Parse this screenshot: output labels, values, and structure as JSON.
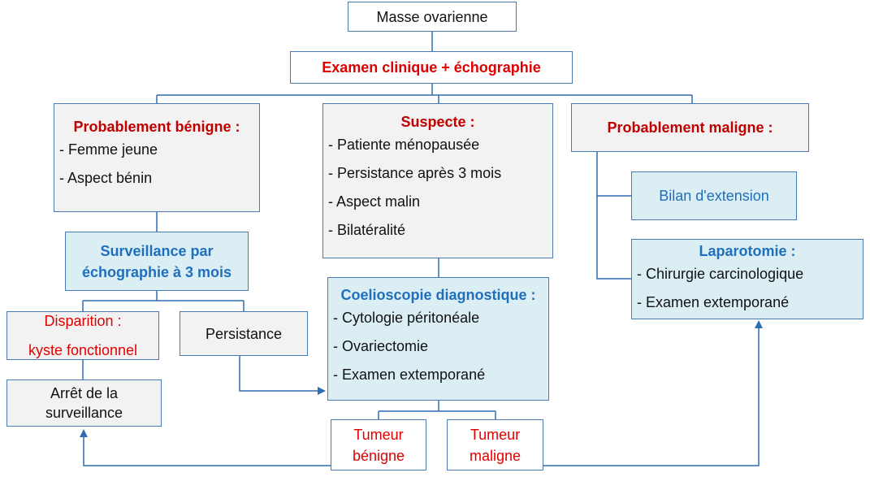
{
  "nodes": {
    "masse": "Masse ovarienne",
    "examen": "Examen clinique + échographie",
    "benigne": {
      "title": "Probablement bénigne :",
      "items": [
        "- Femme jeune",
        "- Aspect bénin"
      ]
    },
    "suspecte": {
      "title": "Suspecte :",
      "items": [
        "- Patiente ménopausée",
        "- Persistance après 3 mois",
        "- Aspect malin",
        "- Bilatéralité"
      ]
    },
    "maligne": "Probablement maligne :",
    "bilan": "Bilan d'extension",
    "laparotomie": {
      "title": "Laparotomie :",
      "items": [
        "- Chirurgie carcinologique",
        "- Examen extemporané"
      ]
    },
    "surveillance": [
      "Surveillance par",
      "échographie à 3 mois"
    ],
    "coelioscopie": {
      "title": "Coelioscopie diagnostique :",
      "items": [
        "- Cytologie péritonéale",
        "- Ovariectomie",
        "- Examen extemporané"
      ]
    },
    "disparition": [
      "Disparition :",
      "kyste fonctionnel"
    ],
    "persistance": "Persistance",
    "arret": [
      "Arrêt de la",
      "surveillance"
    ],
    "tumeur_benigne": [
      "Tumeur",
      "bénigne"
    ],
    "tumeur_maligne": [
      "Tumeur",
      "maligne"
    ]
  },
  "colors": {
    "gray_fill": "#f2f2f2",
    "blue_fill": "#dbeef4",
    "border": "#4a7ab5",
    "connector": "#2e6db4",
    "dark_red_text": "#c00000",
    "red_text": "#e00000",
    "blue_text": "#1f6fbf"
  }
}
